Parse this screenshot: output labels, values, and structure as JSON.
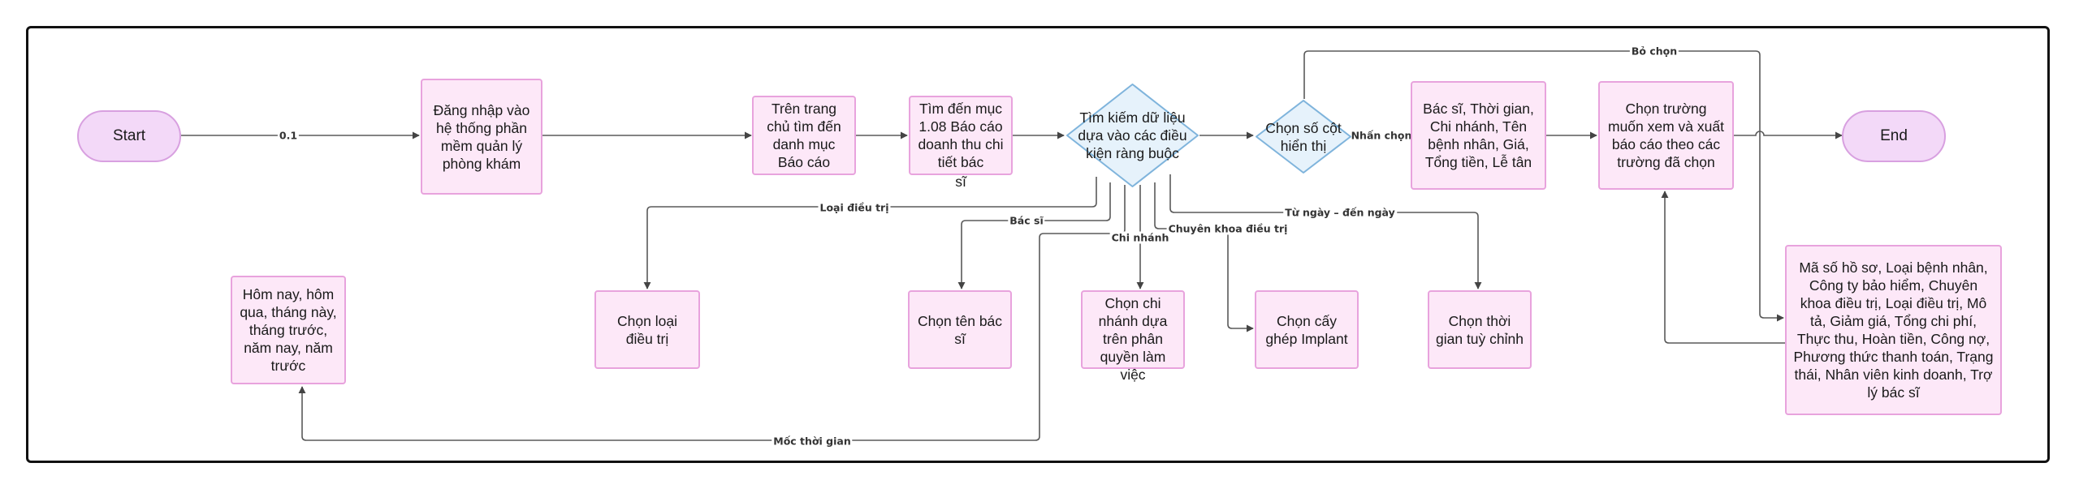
{
  "diagram": {
    "type": "flowchart",
    "nodes": {
      "start": "Start",
      "login": "Đăng nhập vào hệ thống phần mềm quản lý phòng khám",
      "home_report": "Trên trang chủ tìm đến danh mục Báo cáo",
      "find_report": "Tìm đến mục 1.08 Báo cáo doanh thu chi tiết bác",
      "find_report_overflow": "sĩ",
      "search_decision": "Tìm kiếm dữ liệu dựa vào các điều kiện ràng buộc",
      "columns_decision": "Chọn số cột hiển thị",
      "default_columns": "Bác sĩ, Thời gian, Chi nhánh, Tên bệnh nhân, Giá, Tổng tiền, Lễ tân",
      "choose_fields": "Chọn trường muốn xem và xuất báo cáo theo các trường đã chọn",
      "end": "End",
      "extra_columns": "Mã số hồ sơ, Loại bệnh nhân, Công ty bảo hiểm, Chuyên khoa điều trị, Loại điều trị, Mô tả, Giảm giá, Tổng chi phí, Thực thu, Hoàn tiền, Công nợ, Phương thức thanh toán, Trạng thái, Nhân viên kinh doanh, Trợ lý bác sĩ",
      "time_presets": "Hôm nay, hôm qua, tháng này, tháng trước, năm nay, năm trước",
      "choose_treatment_type": "Chọn loại điều trị",
      "choose_doctor": "Chọn tên bác sĩ",
      "choose_branch": "Chọn chi nhánh dựa trên phân quyền làm",
      "choose_branch_overflow": "việc",
      "choose_implant": "Chọn cấy ghép Implant",
      "choose_custom_time": "Chọn thời gian tuỳ chỉnh"
    },
    "edge_labels": {
      "start_login": "0.1",
      "treatment_type": "Loại điều trị",
      "doctor": "Bác sĩ",
      "branch": "Chi nhánh",
      "specialty": "Chuyên khoa điều trị",
      "date_range": "Từ ngày – đến ngày",
      "time_milestone": "Mốc thời gian",
      "click_select": "Nhấn chọn",
      "deselect": "Bỏ chọn"
    },
    "colors": {
      "process_fill": "#fde8f8",
      "process_border": "#e8a3dd",
      "terminal_fill": "#f3d9f8",
      "decision_fill": "#e6f2fb",
      "decision_border": "#7fb4dc",
      "edge": "#555555"
    }
  }
}
